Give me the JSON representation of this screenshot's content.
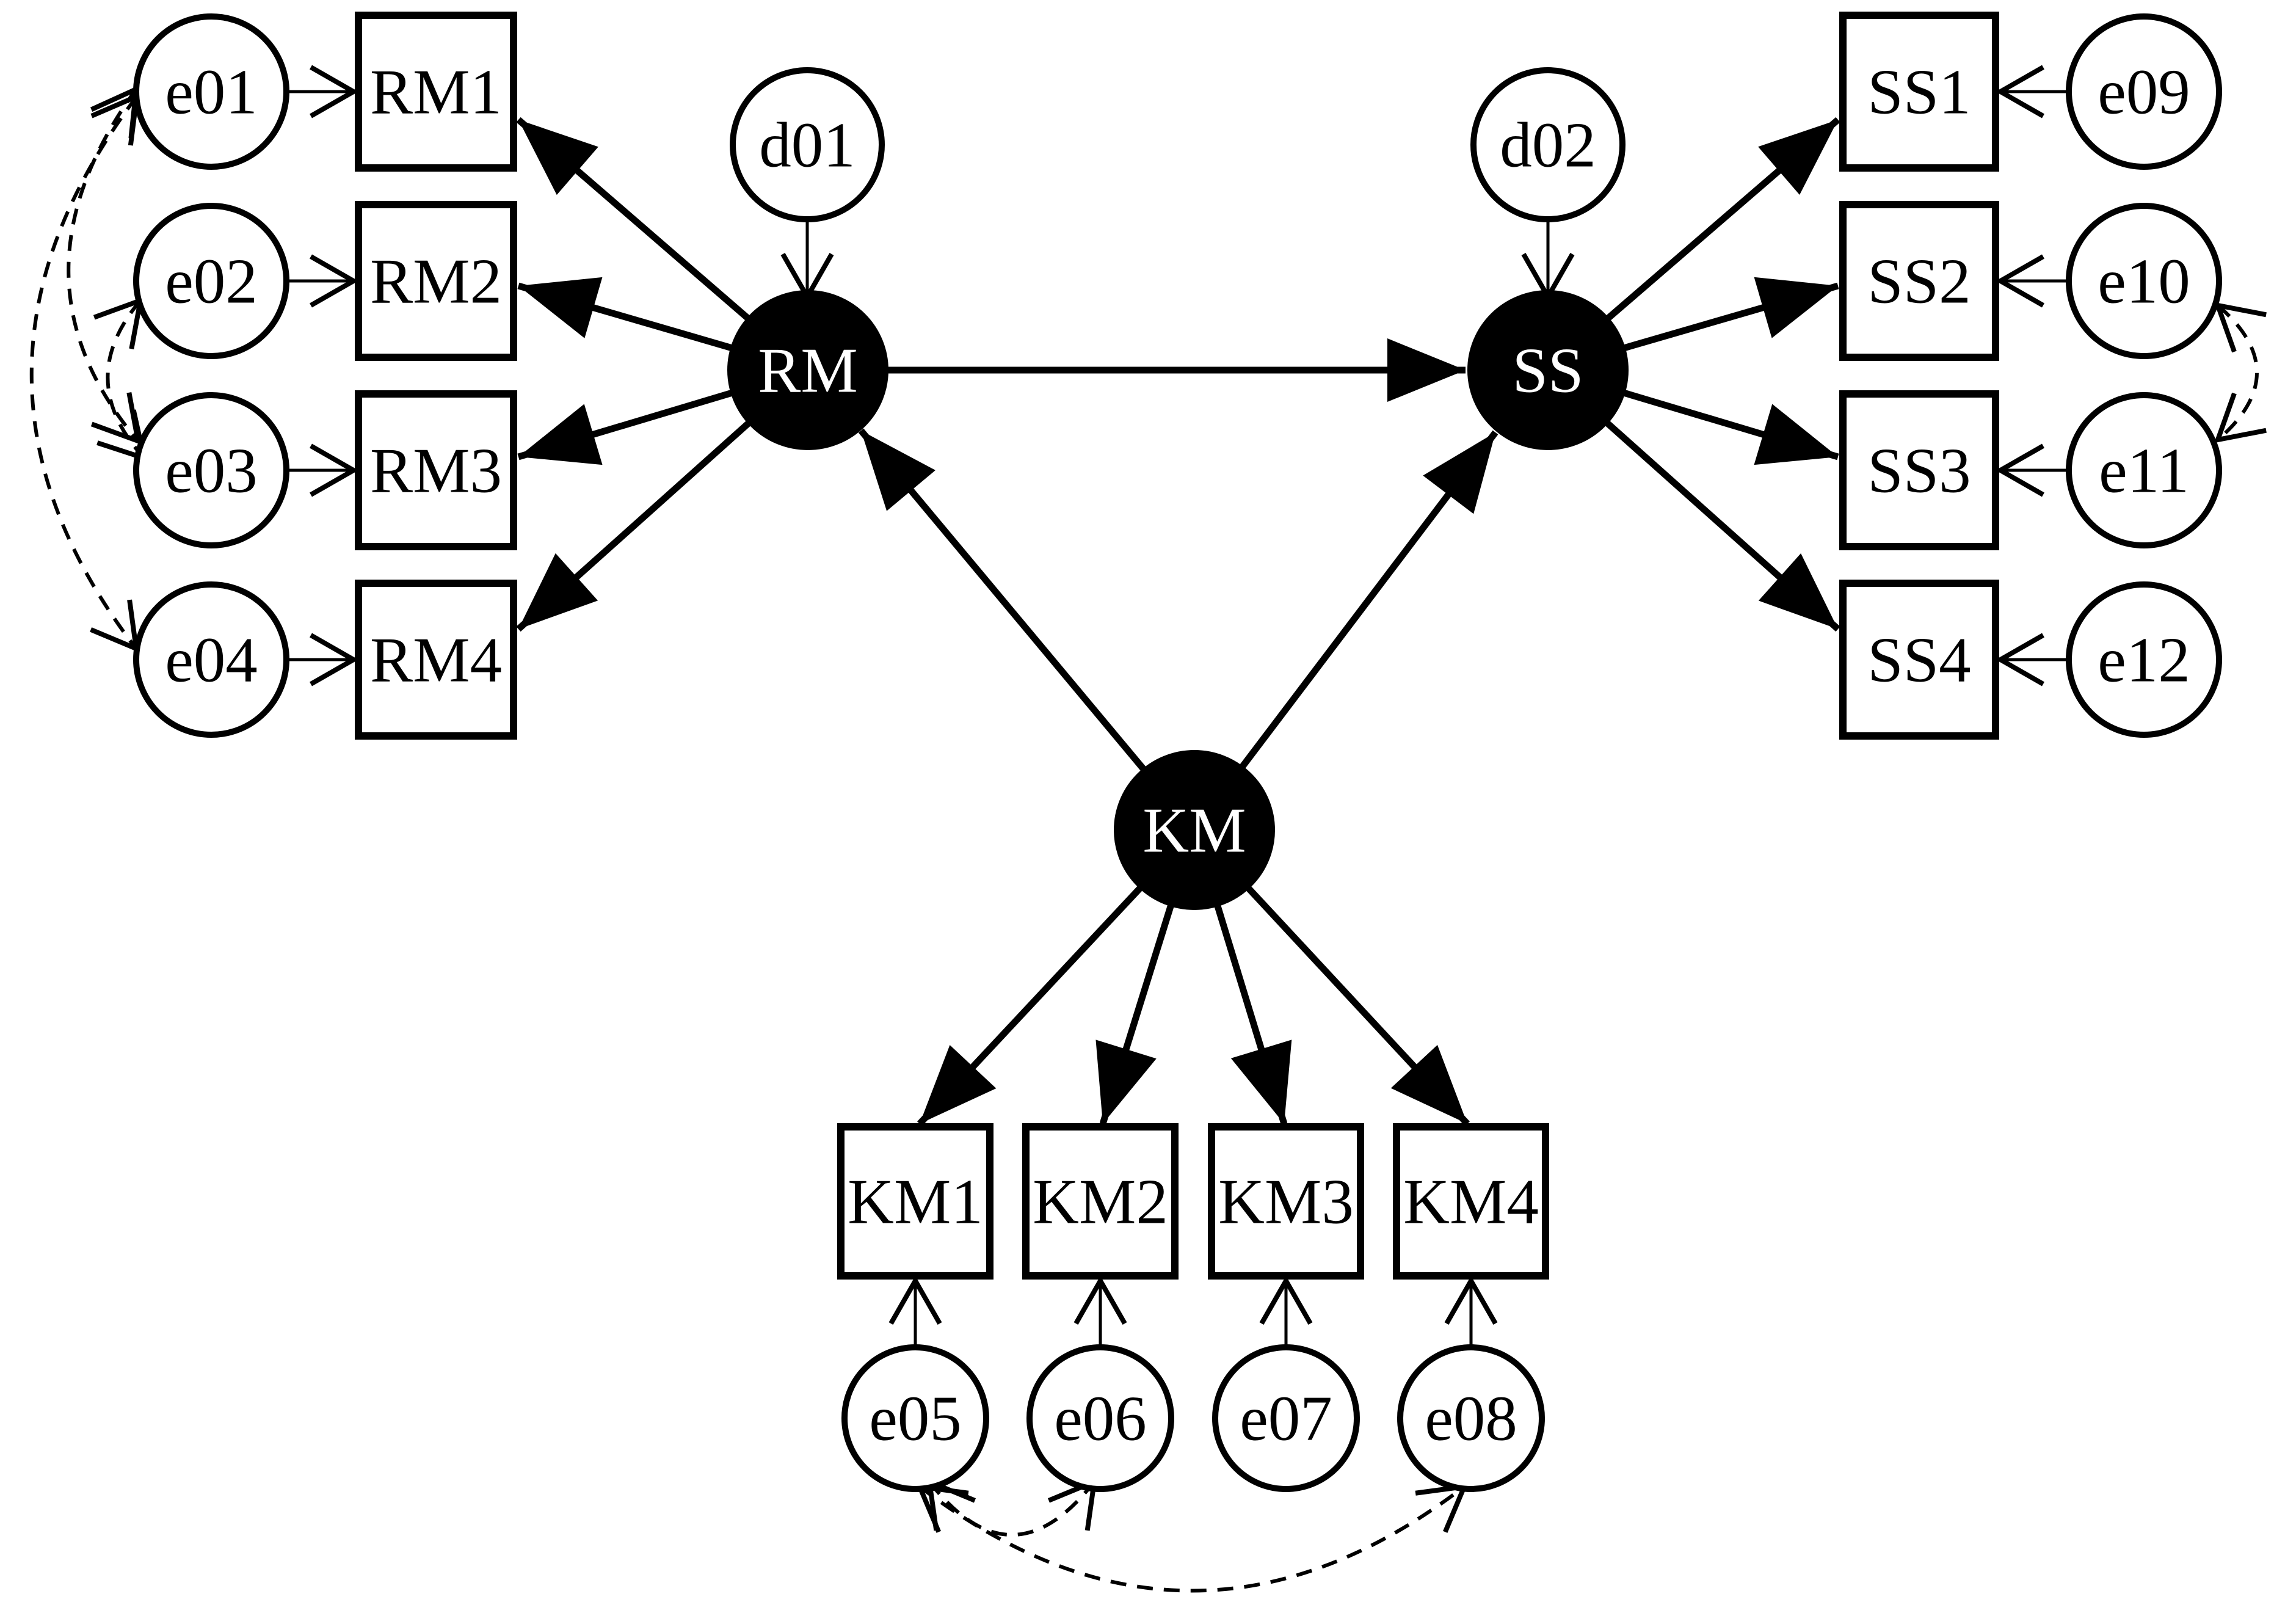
{
  "figure": {
    "type": "SEM path diagram",
    "background_color": "#ffffff",
    "line_color": "#000000",
    "latent_fill_color": "#000000",
    "latent_text_color": "#ffffff",
    "observed_fill_color": "#ffffff"
  },
  "nodes": {
    "e01": {
      "label": "e01",
      "shape": "circle",
      "role": "error"
    },
    "e02": {
      "label": "e02",
      "shape": "circle",
      "role": "error"
    },
    "e03": {
      "label": "e03",
      "shape": "circle",
      "role": "error"
    },
    "e04": {
      "label": "e04",
      "shape": "circle",
      "role": "error"
    },
    "e05": {
      "label": "e05",
      "shape": "circle",
      "role": "error"
    },
    "e06": {
      "label": "e06",
      "shape": "circle",
      "role": "error"
    },
    "e07": {
      "label": "e07",
      "shape": "circle",
      "role": "error"
    },
    "e08": {
      "label": "e08",
      "shape": "circle",
      "role": "error"
    },
    "e09": {
      "label": "e09",
      "shape": "circle",
      "role": "error"
    },
    "e10": {
      "label": "e10",
      "shape": "circle",
      "role": "error"
    },
    "e11": {
      "label": "e11",
      "shape": "circle",
      "role": "error"
    },
    "e12": {
      "label": "e12",
      "shape": "circle",
      "role": "error"
    },
    "d01": {
      "label": "d01",
      "shape": "circle",
      "role": "disturbance"
    },
    "d02": {
      "label": "d02",
      "shape": "circle",
      "role": "disturbance"
    },
    "RM1": {
      "label": "RM1",
      "shape": "square",
      "role": "indicator"
    },
    "RM2": {
      "label": "RM2",
      "shape": "square",
      "role": "indicator"
    },
    "RM3": {
      "label": "RM3",
      "shape": "square",
      "role": "indicator"
    },
    "RM4": {
      "label": "RM4",
      "shape": "square",
      "role": "indicator"
    },
    "SS1": {
      "label": "SS1",
      "shape": "square",
      "role": "indicator"
    },
    "SS2": {
      "label": "SS2",
      "shape": "square",
      "role": "indicator"
    },
    "SS3": {
      "label": "SS3",
      "shape": "square",
      "role": "indicator"
    },
    "SS4": {
      "label": "SS4",
      "shape": "square",
      "role": "indicator"
    },
    "KM1": {
      "label": "KM1",
      "shape": "square",
      "role": "indicator"
    },
    "KM2": {
      "label": "KM2",
      "shape": "square",
      "role": "indicator"
    },
    "KM3": {
      "label": "KM3",
      "shape": "square",
      "role": "indicator"
    },
    "KM4": {
      "label": "KM4",
      "shape": "square",
      "role": "indicator"
    },
    "RM": {
      "label": "RM",
      "shape": "ellipse",
      "role": "latent"
    },
    "SS": {
      "label": "SS",
      "shape": "ellipse",
      "role": "latent"
    },
    "KM": {
      "label": "KM",
      "shape": "ellipse",
      "role": "latent"
    }
  },
  "edges": {
    "structural": [
      {
        "from": "RM",
        "to": "SS"
      },
      {
        "from": "KM",
        "to": "RM"
      },
      {
        "from": "KM",
        "to": "SS"
      }
    ],
    "loadings": [
      {
        "from": "RM",
        "to": "RM1"
      },
      {
        "from": "RM",
        "to": "RM2"
      },
      {
        "from": "RM",
        "to": "RM3"
      },
      {
        "from": "RM",
        "to": "RM4"
      },
      {
        "from": "SS",
        "to": "SS1"
      },
      {
        "from": "SS",
        "to": "SS2"
      },
      {
        "from": "SS",
        "to": "SS3"
      },
      {
        "from": "SS",
        "to": "SS4"
      },
      {
        "from": "KM",
        "to": "KM1"
      },
      {
        "from": "KM",
        "to": "KM2"
      },
      {
        "from": "KM",
        "to": "KM3"
      },
      {
        "from": "KM",
        "to": "KM4"
      }
    ],
    "error_paths": [
      {
        "from": "e01",
        "to": "RM1"
      },
      {
        "from": "e02",
        "to": "RM2"
      },
      {
        "from": "e03",
        "to": "RM3"
      },
      {
        "from": "e04",
        "to": "RM4"
      },
      {
        "from": "e05",
        "to": "KM1"
      },
      {
        "from": "e06",
        "to": "KM2"
      },
      {
        "from": "e07",
        "to": "KM3"
      },
      {
        "from": "e08",
        "to": "KM4"
      },
      {
        "from": "e09",
        "to": "SS1"
      },
      {
        "from": "e10",
        "to": "SS2"
      },
      {
        "from": "e11",
        "to": "SS3"
      },
      {
        "from": "e12",
        "to": "SS4"
      }
    ],
    "disturbance_paths": [
      {
        "from": "d01",
        "to": "RM"
      },
      {
        "from": "d02",
        "to": "SS"
      }
    ],
    "covariances": [
      {
        "between": [
          "e01",
          "e03"
        ]
      },
      {
        "between": [
          "e01",
          "e04"
        ]
      },
      {
        "between": [
          "e02",
          "e03"
        ]
      },
      {
        "between": [
          "e10",
          "e11"
        ]
      },
      {
        "between": [
          "e05",
          "e06"
        ]
      },
      {
        "between": [
          "e05",
          "e08"
        ]
      }
    ]
  }
}
